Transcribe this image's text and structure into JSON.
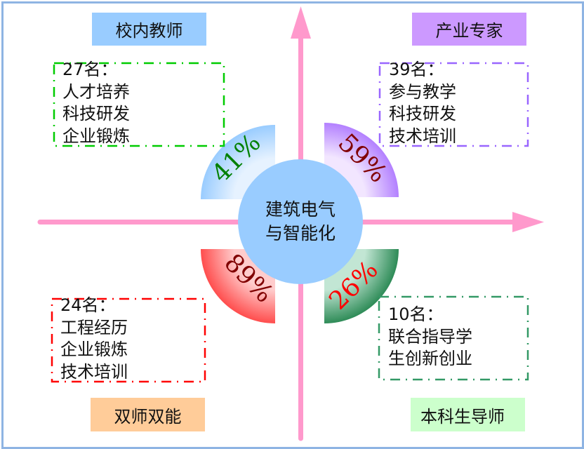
{
  "center": {
    "line1": "建筑电气",
    "line2": "与智能化",
    "color": "#99ccff"
  },
  "axes": {
    "color": "#ff99cc"
  },
  "frame": {
    "color": "#8eb4e3"
  },
  "quadrants": [
    {
      "id": "top-left",
      "title": "校内教师",
      "title_bg": "#99ccff",
      "count": "27名：",
      "lines": [
        "人才培养",
        "科技研发",
        "企业锻炼"
      ],
      "border_color": "#00cc00",
      "percent": "41%",
      "percent_color": "#008000",
      "sector_outer": "#99ccff",
      "sector_inner": "#e6f2ff"
    },
    {
      "id": "top-right",
      "title": "产业专家",
      "title_bg": "#cc99ff",
      "count": "39名：",
      "lines": [
        "参与教学",
        "科技研发",
        "技术培训"
      ],
      "border_color": "#9966ff",
      "percent": "59%",
      "percent_color": "#800000",
      "sector_outer": "#b380ff",
      "sector_inner": "#f2e6ff"
    },
    {
      "id": "bottom-left",
      "title": "双师双能",
      "title_bg": "#ffcc99",
      "count": "24名：",
      "lines": [
        "工程经历",
        "企业锻炼",
        "技术培训"
      ],
      "border_color": "#ff0000",
      "percent": "89%",
      "percent_color": "#800000",
      "sector_outer": "#ff4d4d",
      "sector_inner": "#ffcccc"
    },
    {
      "id": "bottom-right",
      "title": "本科生导师",
      "title_bg": "#ccffcc",
      "count": "10名：",
      "lines": [
        "联合指导学",
        "生创新创业"
      ],
      "border_color": "#339966",
      "percent": "26%",
      "percent_color": "#ff0000",
      "sector_outer": "#2e8b57",
      "sector_inner": "#c2e6d4"
    }
  ]
}
